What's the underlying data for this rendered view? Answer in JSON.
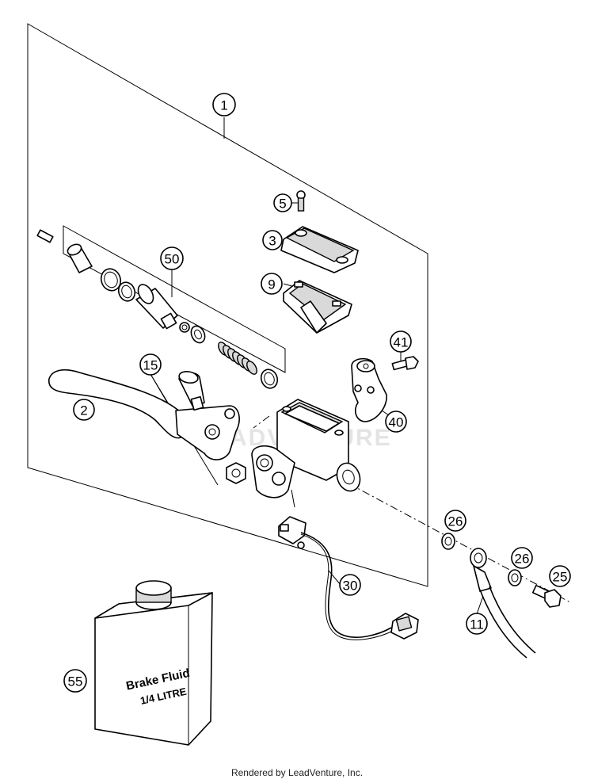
{
  "watermark": "ADVENTURE",
  "can_label": {
    "line1": "Brake Fluid",
    "line2": "1/4 LITRE"
  },
  "callouts": [
    {
      "id": "c1",
      "text": "1"
    },
    {
      "id": "c5",
      "text": "5"
    },
    {
      "id": "c3",
      "text": "3"
    },
    {
      "id": "c50",
      "text": "50"
    },
    {
      "id": "c9",
      "text": "9"
    },
    {
      "id": "c41",
      "text": "41"
    },
    {
      "id": "c15",
      "text": "15"
    },
    {
      "id": "c2",
      "text": "2"
    },
    {
      "id": "c40",
      "text": "40"
    },
    {
      "id": "c26a",
      "text": "26"
    },
    {
      "id": "c26b",
      "text": "26"
    },
    {
      "id": "c25",
      "text": "25"
    },
    {
      "id": "c30",
      "text": "30"
    },
    {
      "id": "c11",
      "text": "11"
    },
    {
      "id": "c55",
      "text": "55"
    }
  ],
  "footer": "Rendered by LeadVenture, Inc."
}
